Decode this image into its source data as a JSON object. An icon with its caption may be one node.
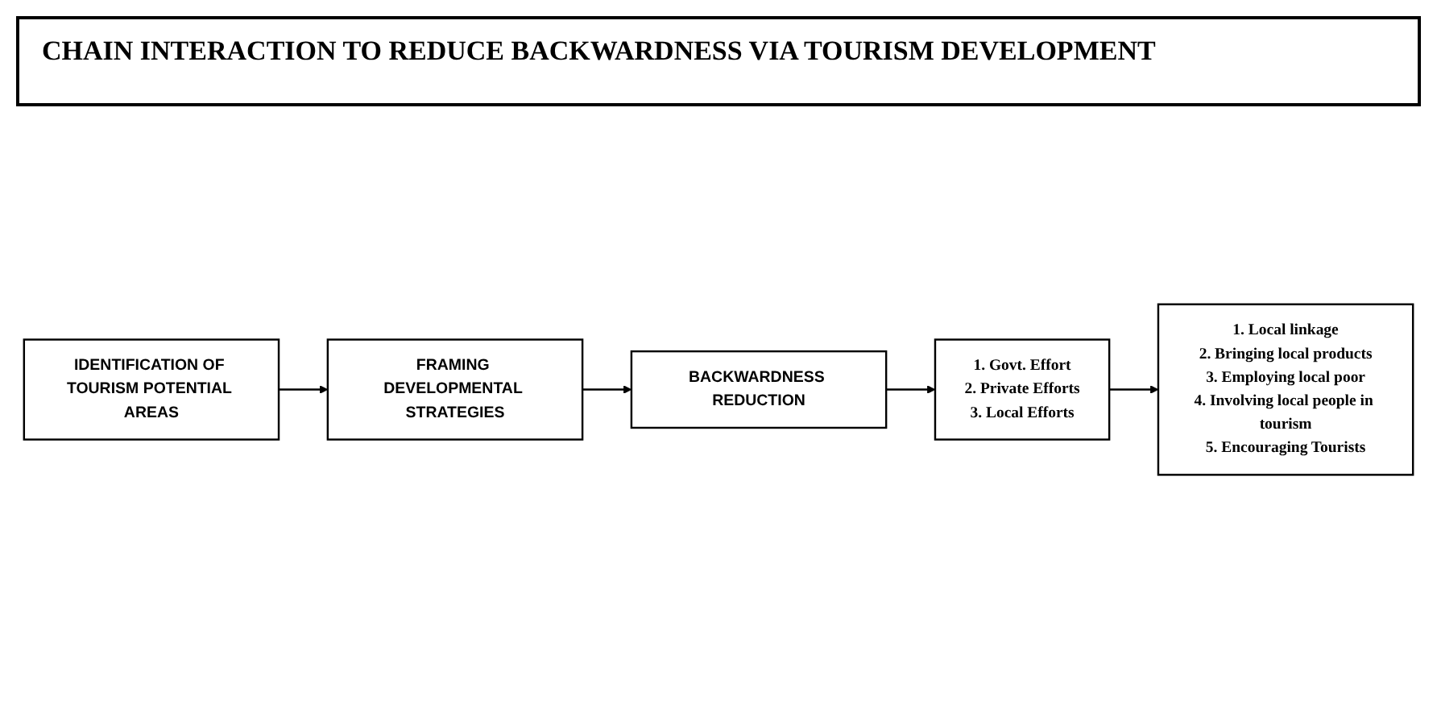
{
  "diagram": {
    "title": "CHAIN INTERACTION TO REDUCE BACKWARDNESS VIA TOURISM DEVELOPMENT",
    "nodes": [
      {
        "text": [
          "IDENTIFICATION OF TOURISM POTENTIAL AREAS"
        ]
      },
      {
        "text": [
          "FRAMING DEVELOPMENTAL STRATEGIES"
        ]
      },
      {
        "text": [
          "BACKWARDNESS REDUCTION"
        ]
      },
      {
        "text": [
          "1. Govt. Effort",
          "2. Private Efforts",
          "3. Local Efforts"
        ]
      },
      {
        "text": [
          "1. Local linkage",
          "2. Bringing local products",
          "3. Employing local poor",
          "4. Involving local people in tourism",
          "5. Encouraging Tourists"
        ]
      }
    ],
    "edges": [
      {
        "from": 0,
        "to": 1,
        "arrow": "to"
      },
      {
        "from": 1,
        "to": 2,
        "arrow": "to"
      },
      {
        "from": 2,
        "to": 3,
        "arrow": "to"
      },
      {
        "from": 3,
        "to": 4,
        "arrow": "to"
      }
    ]
  }
}
